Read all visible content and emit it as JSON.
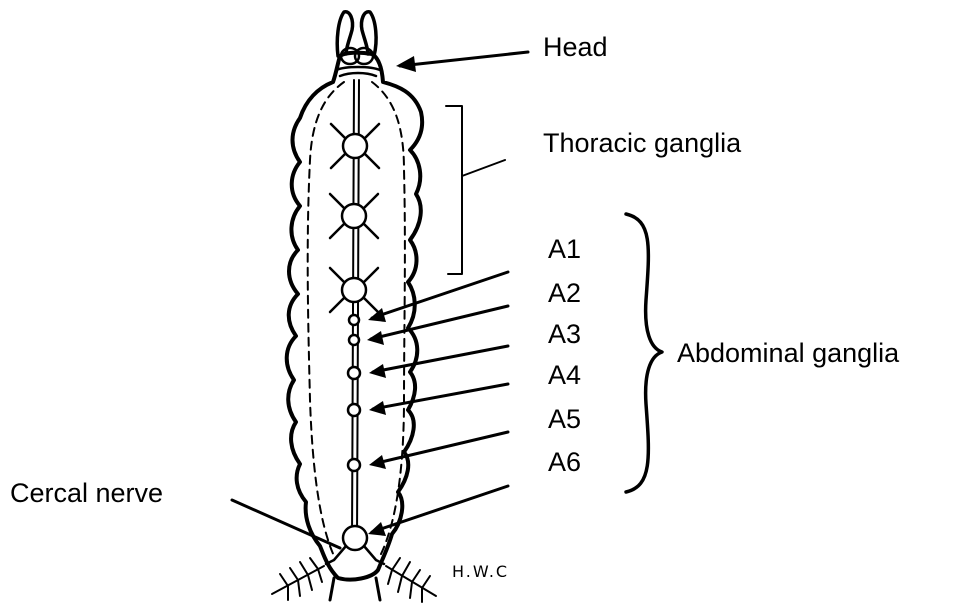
{
  "labels": {
    "head": "Head",
    "thoracic": "Thoracic ganglia",
    "abdominal": "Abdominal ganglia",
    "cercal": "Cercal nerve",
    "segments": [
      "A1",
      "A2",
      "A3",
      "A4",
      "A5",
      "A6"
    ]
  },
  "signature": "H.W.C",
  "colors": {
    "ink": "#000000",
    "paper": "#ffffff"
  }
}
